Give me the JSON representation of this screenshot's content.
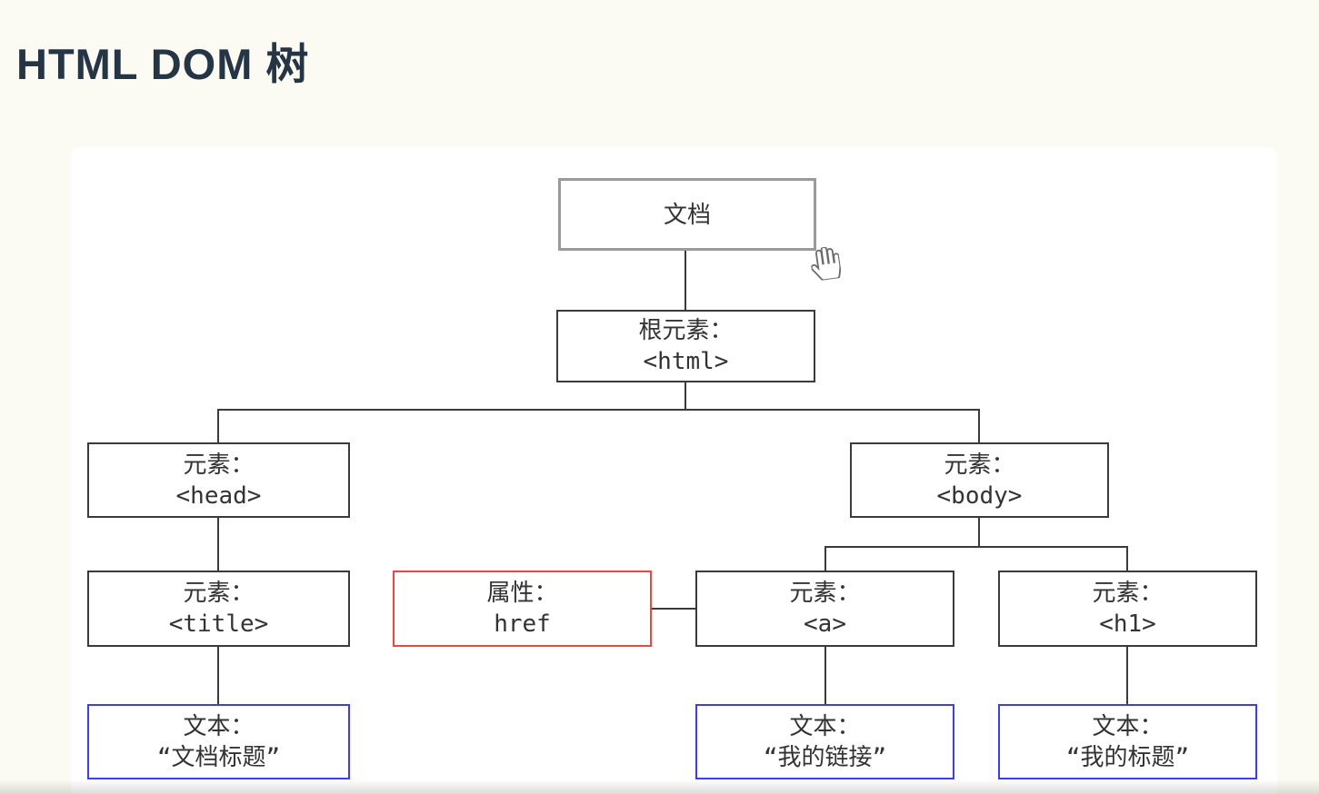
{
  "page": {
    "title": "HTML DOM 树"
  },
  "colors": {
    "page_background": "#fbfbf3",
    "panel_background": "#ffffff",
    "title_text": "#253546",
    "box_text": "#333333",
    "connector": "#3a3a3a",
    "border_document": "#9a9a9a",
    "border_element": "#3a3a3a",
    "border_attribute": "#f3453a",
    "border_text_node": "#3d3deb"
  },
  "diagram": {
    "nodes": [
      {
        "id": "document",
        "line1": "文档",
        "line2": ""
      },
      {
        "id": "root-element-html",
        "line1": "根元素：",
        "line2": "<html>"
      },
      {
        "id": "element-head",
        "line1": "元素：",
        "line2": "<head>"
      },
      {
        "id": "element-body",
        "line1": "元素：",
        "line2": "<body>"
      },
      {
        "id": "element-title",
        "line1": "元素：",
        "line2": "<title>"
      },
      {
        "id": "attribute-href",
        "line1": "属性：",
        "line2": "href"
      },
      {
        "id": "element-a",
        "line1": "元素：",
        "line2": "<a>"
      },
      {
        "id": "element-h1",
        "line1": "元素：",
        "line2": "<h1>"
      },
      {
        "id": "text-document-title",
        "line1": "文本：",
        "line2": "“文档标题”"
      },
      {
        "id": "text-my-link",
        "line1": "文本：",
        "line2": "“我的链接”"
      },
      {
        "id": "text-my-heading",
        "line1": "文本：",
        "line2": "“我的标题”"
      }
    ],
    "cursor": "open-hand"
  }
}
